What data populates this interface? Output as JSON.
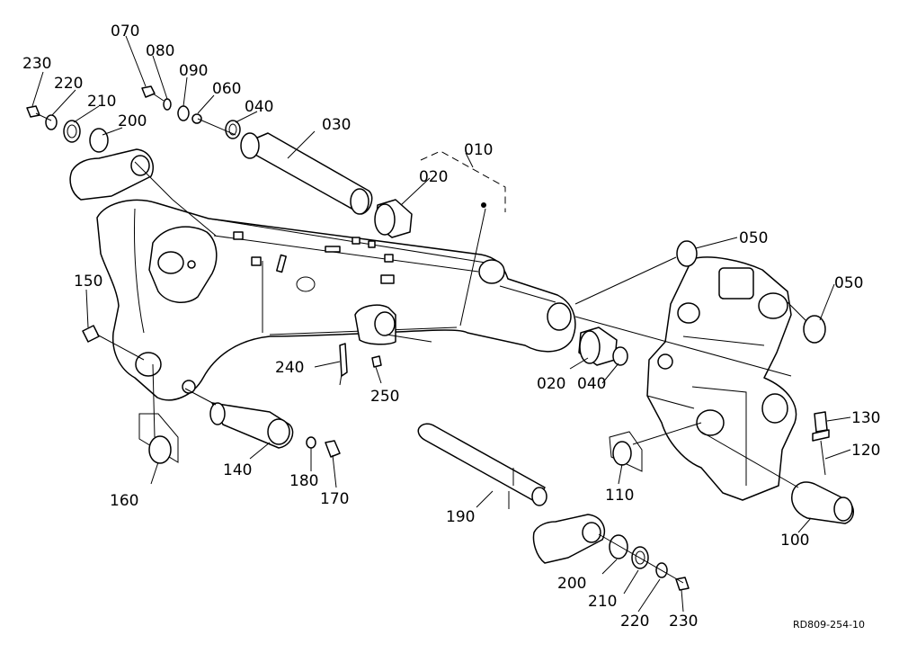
{
  "drawing": {
    "reference": "RD809-254-10",
    "callouts": [
      "010",
      "020",
      "020",
      "030",
      "040",
      "040",
      "050",
      "050",
      "060",
      "070",
      "080",
      "090",
      "100",
      "110",
      "120",
      "130",
      "140",
      "150",
      "160",
      "170",
      "180",
      "190",
      "200",
      "200",
      "210",
      "210",
      "220",
      "220",
      "230",
      "230",
      "240",
      "250"
    ]
  }
}
